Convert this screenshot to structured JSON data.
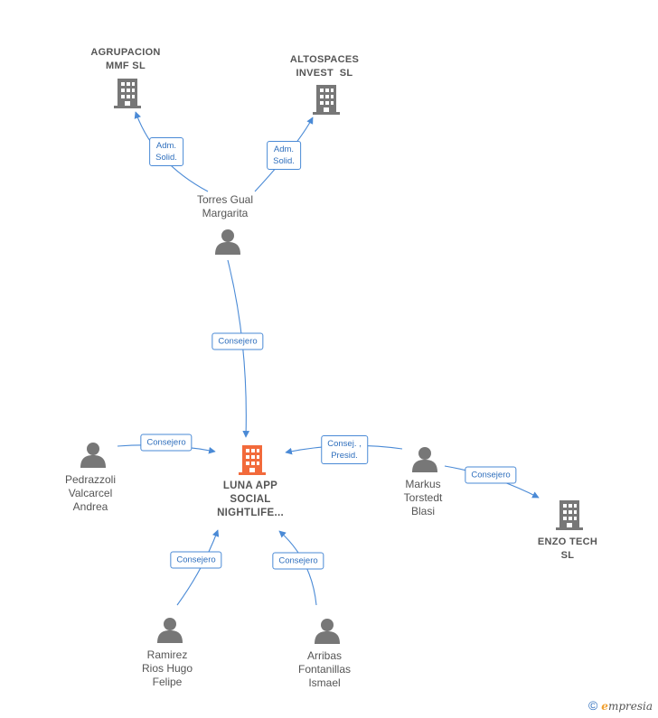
{
  "colors": {
    "edge": "#4a8ad6",
    "node": "#777777",
    "focus": "#f26a3b"
  },
  "nodes": {
    "agrupacion": {
      "lines": [
        "AGRUPACION",
        "MMF SL"
      ],
      "icon": "building-icon"
    },
    "altospaces": {
      "lines": [
        "ALTOSPACES",
        "INVEST  SL"
      ],
      "icon": "building-icon"
    },
    "torres": {
      "lines": [
        "Torres Gual",
        "Margarita"
      ],
      "icon": "person-icon"
    },
    "luna": {
      "lines": [
        "LUNA APP",
        "SOCIAL",
        "NIGHTLIFE..."
      ],
      "icon": "building-icon"
    },
    "pedrazzoli": {
      "lines": [
        "Pedrazzoli",
        "Valcarcel",
        "Andrea"
      ],
      "icon": "person-icon"
    },
    "markus": {
      "lines": [
        "Markus",
        "Torstedt",
        "Blasi"
      ],
      "icon": "person-icon"
    },
    "enzo": {
      "lines": [
        "ENZO TECH",
        "SL"
      ],
      "icon": "building-icon"
    },
    "ramirez": {
      "lines": [
        "Ramirez",
        "Rios Hugo",
        "Felipe"
      ],
      "icon": "person-icon"
    },
    "arribas": {
      "lines": [
        "Arribas",
        "Fontanillas",
        "Ismael"
      ],
      "icon": "person-icon"
    }
  },
  "edges": {
    "torres_agrupacion": [
      "Adm.",
      "Solid."
    ],
    "torres_altospaces": [
      "Adm.",
      "Solid."
    ],
    "torres_luna": [
      "Consejero"
    ],
    "pedrazzoli_luna": [
      "Consejero"
    ],
    "markus_luna": [
      "Consej. ,",
      "Presid."
    ],
    "markus_enzo": [
      "Consejero"
    ],
    "ramirez_luna": [
      "Consejero"
    ],
    "arribas_luna": [
      "Consejero"
    ]
  },
  "brand": {
    "copyright": "©",
    "e": "e",
    "rest": "mpresia"
  }
}
